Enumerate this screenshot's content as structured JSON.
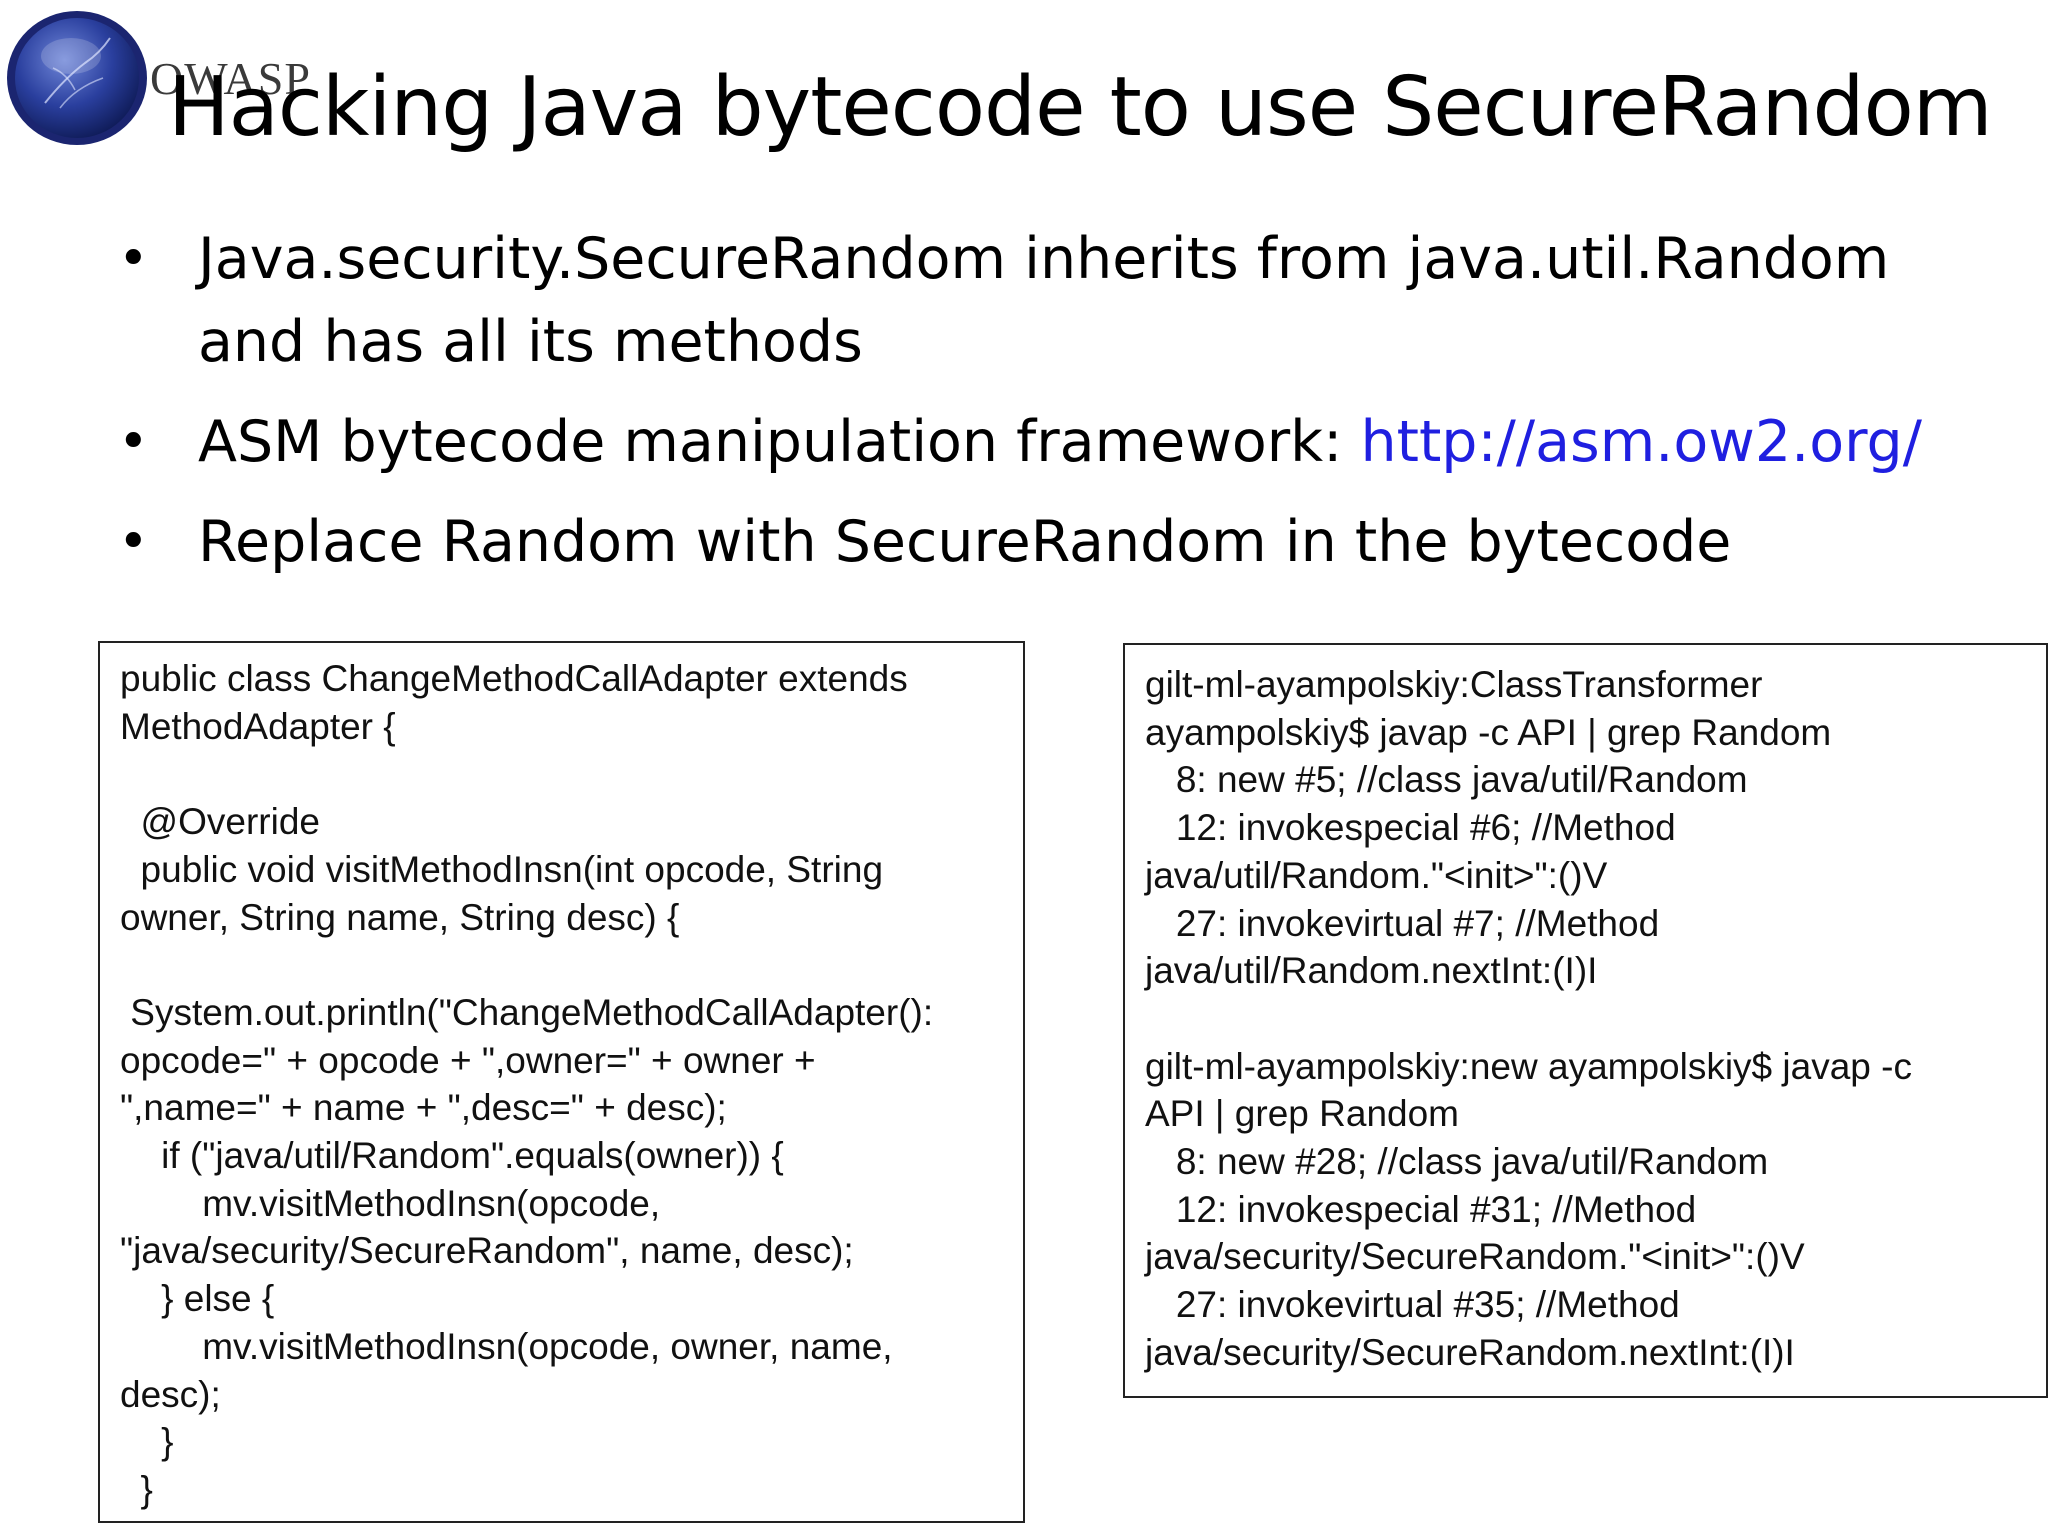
{
  "logo": {
    "text": "OWASP"
  },
  "slide": {
    "title": "Hacking Java bytecode to use SecureRandom",
    "bullets": [
      {
        "text": "Java.security.SecureRandom inherits from java.util.Random and has all its methods"
      },
      {
        "text": "ASM bytecode manipulation framework: ",
        "link": "http://asm.ow2.org/"
      },
      {
        "text": "Replace Random with SecureRandom in the bytecode"
      }
    ],
    "bullet_glyph": "•"
  },
  "code_left": "public class ChangeMethodCallAdapter extends\nMethodAdapter {\n\n  @Override\n  public void visitMethodInsn(int opcode, String\nowner, String name, String desc) {\n\n System.out.println(\"ChangeMethodCallAdapter():\nopcode=\" + opcode + \",owner=\" + owner +\n\",name=\" + name + \",desc=\" + desc);\n    if (\"java/util/Random\".equals(owner)) {\n        mv.visitMethodInsn(opcode,\n\"java/security/SecureRandom\", name, desc);\n    } else {\n        mv.visitMethodInsn(opcode, owner, name,\ndesc);\n    }\n  }",
  "code_right": "gilt-ml-ayampolskiy:ClassTransformer\nayampolskiy$ javap -c API | grep Random\n   8: new #5; //class java/util/Random\n   12: invokespecial #6; //Method\njava/util/Random.\"<init>\":()V\n   27: invokevirtual #7; //Method\njava/util/Random.nextInt:(I)I\n\ngilt-ml-ayampolskiy:new ayampolskiy$ javap -c\nAPI | grep Random\n   8: new #28; //class java/util/Random\n   12: invokespecial #31; //Method\njava/security/SecureRandom.\"<init>\":()V\n   27: invokevirtual #35; //Method\njava/security/SecureRandom.nextInt:(I)I",
  "colors": {
    "link": "#1f1fe0",
    "logo_blue": "#2a3f9e"
  }
}
